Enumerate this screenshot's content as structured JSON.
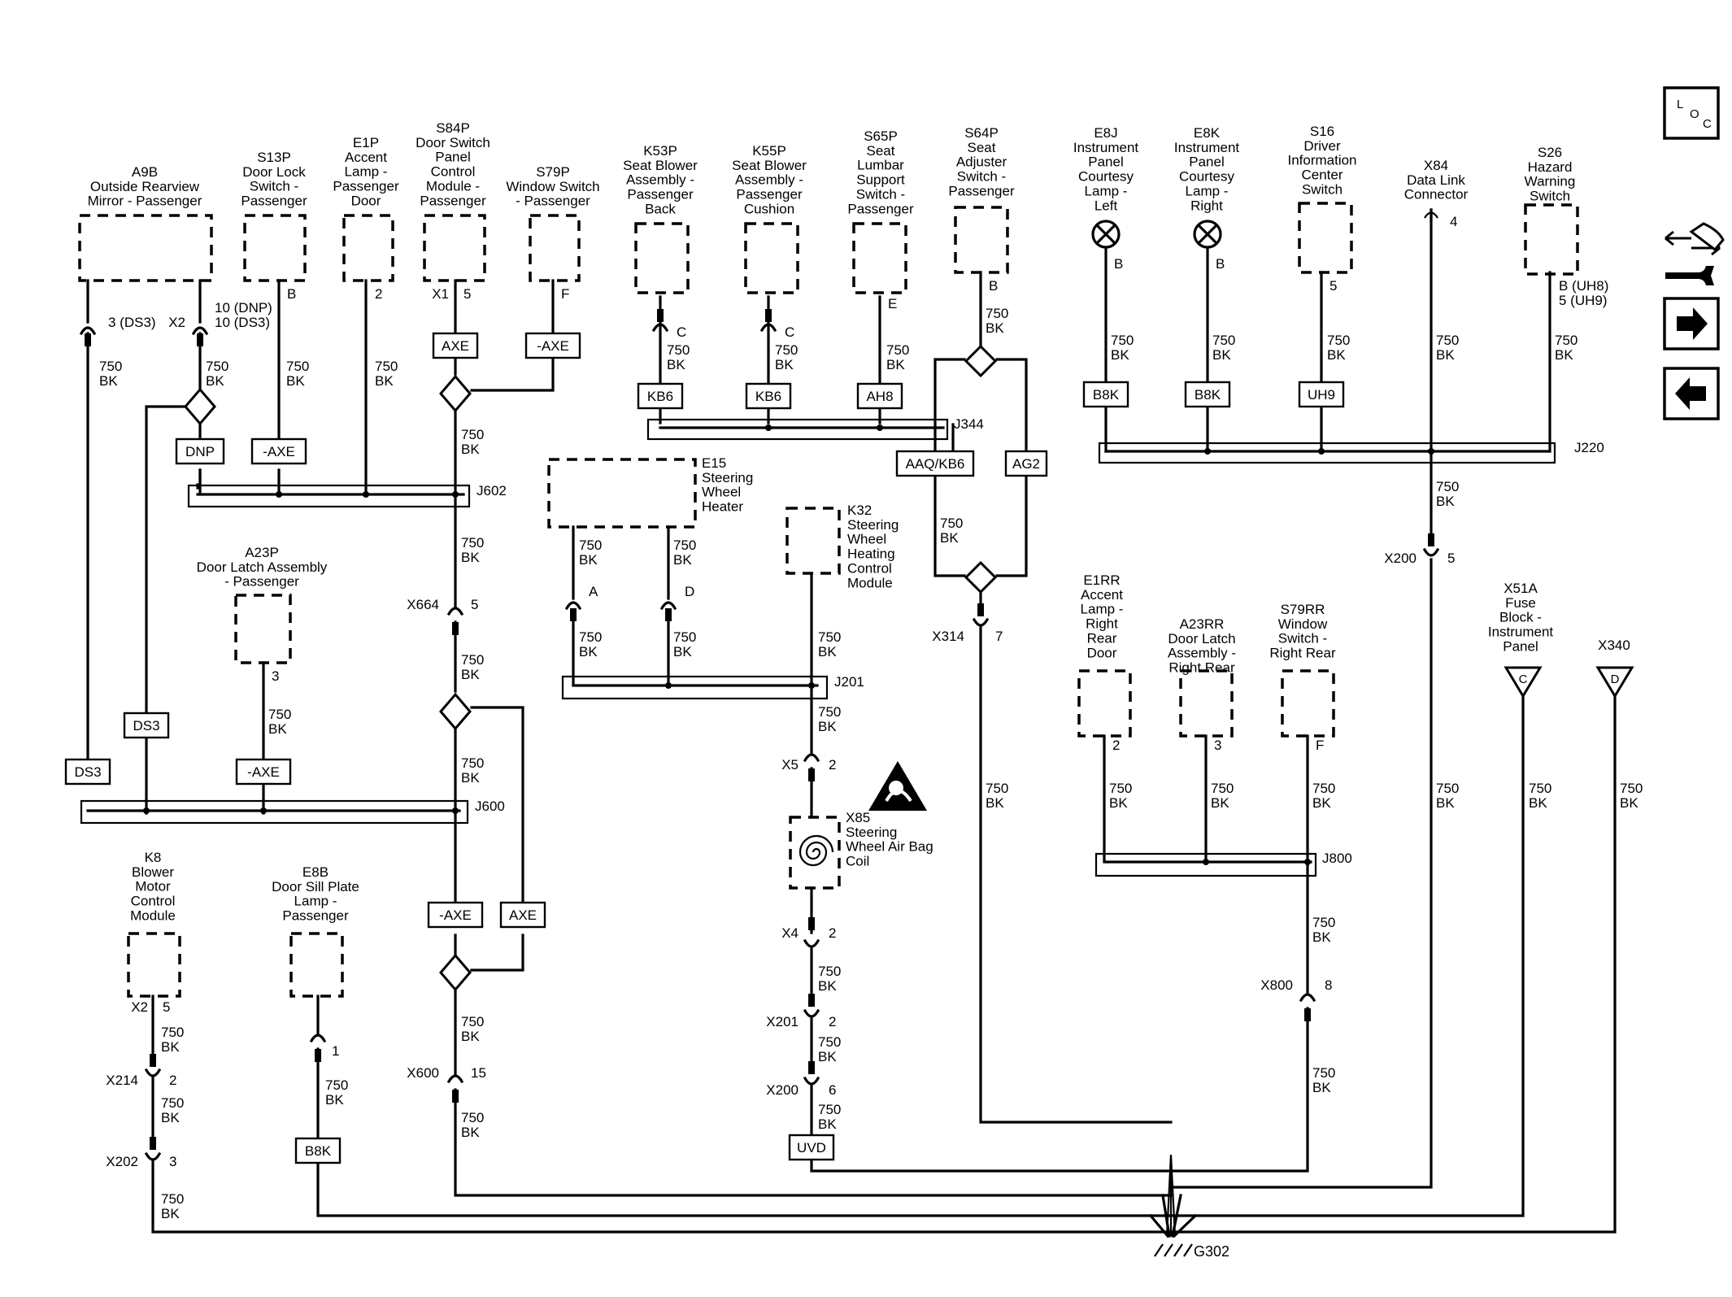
{
  "wire": "750\nBK",
  "components": [
    {
      "key": "a9b",
      "text": "A9B\nOutside Rearview\nMirror - Passenger"
    },
    {
      "key": "s13p",
      "text": "S13P\nDoor Lock\nSwitch -\nPassenger"
    },
    {
      "key": "e1p",
      "text": "E1P\nAccent\nLamp -\nPassenger\nDoor"
    },
    {
      "key": "s84p",
      "text": "S84P\nDoor Switch\nPanel\nControl\nModule -\nPassenger"
    },
    {
      "key": "s79p",
      "text": "S79P\nWindow Switch\n- Passenger"
    },
    {
      "key": "k53p",
      "text": "K53P\nSeat Blower\nAssembly -\nPassenger\nBack"
    },
    {
      "key": "k55p",
      "text": "K55P\nSeat Blower\nAssembly -\nPassenger\nCushion"
    },
    {
      "key": "s65p",
      "text": "S65P\nSeat\nLumbar\nSupport\nSwitch -\nPassenger"
    },
    {
      "key": "s64p",
      "text": "S64P\nSeat\nAdjuster\nSwitch -\nPassenger"
    },
    {
      "key": "e8j",
      "text": "E8J\nInstrument\nPanel\nCourtesy\nLamp -\nLeft"
    },
    {
      "key": "e8k",
      "text": "E8K\nInstrument\nPanel\nCourtesy\nLamp -\nRight"
    },
    {
      "key": "s16",
      "text": "S16\nDriver\nInformation\nCenter\nSwitch"
    },
    {
      "key": "x84",
      "text": "X84\nData Link\nConnector"
    },
    {
      "key": "s26",
      "text": "S26\nHazard\nWarning\nSwitch"
    },
    {
      "key": "e15",
      "text": "E15\nSteering\nWheel\nHeater"
    },
    {
      "key": "k32",
      "text": "K32\nSteering\nWheel\nHeating\nControl\nModule"
    },
    {
      "key": "a23p",
      "text": "A23P\nDoor Latch Assembly\n- Passenger"
    },
    {
      "key": "e1rr",
      "text": "E1RR\nAccent\nLamp -\nRight\nRear\nDoor"
    },
    {
      "key": "a23rr",
      "text": "A23RR\nDoor Latch\nAssembly -\nRight Rear"
    },
    {
      "key": "s79rr",
      "text": "S79RR\nWindow\nSwitch -\nRight Rear"
    },
    {
      "key": "x51a",
      "text": "X51A\nFuse\nBlock -\nInstrument\nPanel"
    },
    {
      "key": "x340",
      "text": "X340"
    },
    {
      "key": "x85",
      "text": "X85\nSteering\nWheel Air Bag\nCoil"
    },
    {
      "key": "k8",
      "text": "K8\nBlower\nMotor\nControl\nModule"
    },
    {
      "key": "e8b",
      "text": "E8B\nDoor Sill Plate\nLamp -\nPassenger"
    }
  ],
  "splices": [
    "J602",
    "J600",
    "J344",
    "J220",
    "J201",
    "J800"
  ],
  "connectors": [
    "X664",
    "X5",
    "X4",
    "X201",
    "X200",
    "X600",
    "X314",
    "X200",
    "X800",
    "X214",
    "X202",
    "X2",
    "X1",
    "X2"
  ],
  "pins": [
    "3 (DS3)",
    "10 (DNP)\n10 (DS3)",
    "B",
    "2",
    "5",
    "F",
    "C",
    "C",
    "E",
    "B",
    "B",
    "B",
    "5",
    "4",
    "B (UH8)\n5 (UH9)",
    "A",
    "D",
    "3",
    "5",
    "2",
    "2",
    "2",
    "6",
    "15",
    "7",
    "5",
    "2",
    "3",
    "F",
    "8",
    "C",
    "D",
    "5",
    "2",
    "3",
    "1"
  ],
  "option_codes": [
    "AXE",
    "-AXE",
    "DNP",
    "-AXE",
    "DS3",
    "-AXE",
    "DS3",
    "-AXE",
    "AXE",
    "KB6",
    "KB6",
    "AH8",
    "AAQ/KB6",
    "AG2",
    "B8K",
    "B8K",
    "UH9",
    "UVD",
    "B8K"
  ],
  "ground": "G302",
  "loc_icon": "LOC",
  "nav": {
    "tools": "tools-icon",
    "next": "next-arrow-icon",
    "prev": "prev-arrow-icon"
  }
}
